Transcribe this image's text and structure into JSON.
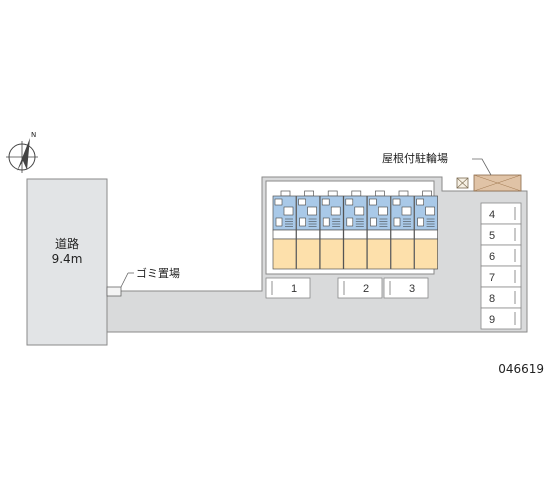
{
  "road": {
    "name": "道路",
    "width": "9.4m"
  },
  "labels": {
    "garbage": "ゴミ置場",
    "bicycle_parking": "屋根付駐輪場",
    "property_id": "046619"
  },
  "parking_front": [
    "1",
    "2",
    "3"
  ],
  "parking_right": [
    "4",
    "5",
    "6",
    "7",
    "8",
    "9"
  ],
  "compass": {
    "north": "N"
  },
  "colors": {
    "road": "#e2e4e6",
    "lot": "#d9dadb",
    "unit_blue": "#a9c9e8",
    "unit_orange": "#fde0ab",
    "bike_shelter": "#e0c3a6",
    "outline": "#8a8a8a"
  }
}
